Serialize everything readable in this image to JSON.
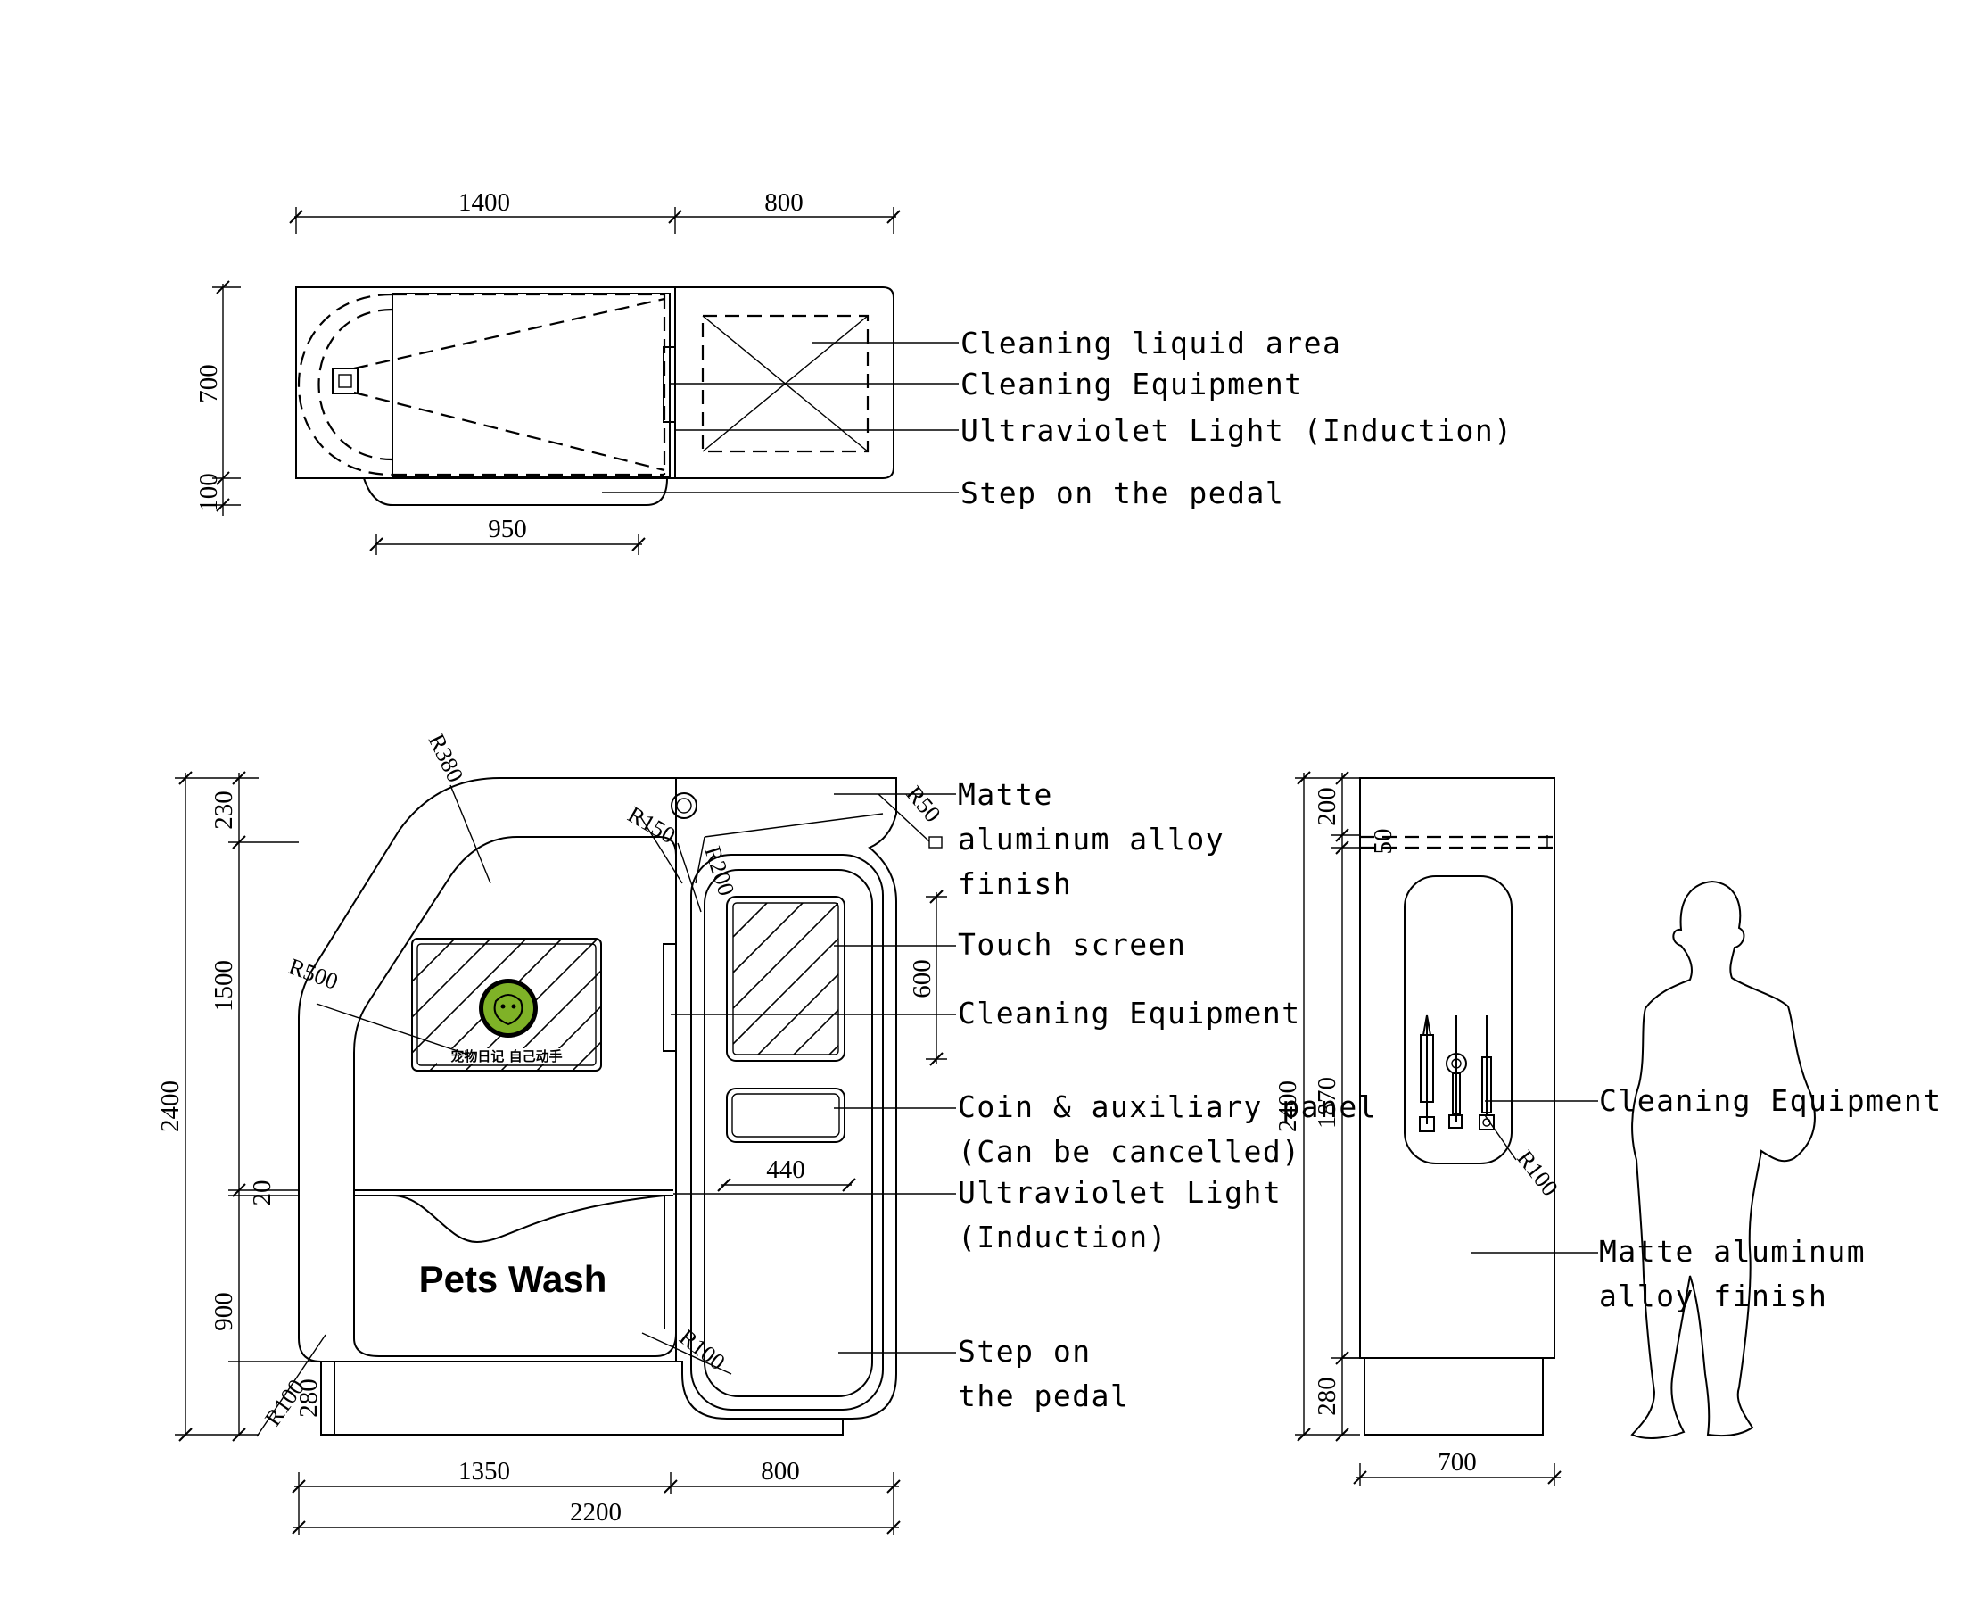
{
  "plan_view": {
    "dimensions": {
      "w1": "1400",
      "w2": "800",
      "h_main": "700",
      "h_step": "100",
      "pedal": "950"
    },
    "labels": {
      "liquid": "Cleaning liquid area",
      "equipment": "Cleaning Equipment",
      "uv": "Ultraviolet Light (Induction)",
      "pedal": "Step on the pedal"
    }
  },
  "front_view": {
    "brand": "Pets Wash",
    "logo_text": "宠物日记  自己动手",
    "dimensions": {
      "total_h": "2400",
      "h_top": "230",
      "h_mid": "1500",
      "h_gap": "20",
      "h_low": "900",
      "h_base": "280",
      "screen_h": "600",
      "panel_w": "440",
      "w1": "1350",
      "w2": "800",
      "total_w": "2200"
    },
    "radii": {
      "r380": "R380",
      "r150": "R150",
      "r200": "R200",
      "r50": "R50",
      "r500": "R500",
      "r100a": "R100",
      "r100b": "R100"
    },
    "labels": {
      "matte_1": "Matte",
      "matte_2": "aluminum alloy",
      "matte_3": "finish",
      "touch": "Touch screen",
      "equipment": "Cleaning Equipment",
      "coin_1": "Coin & auxiliary panel",
      "coin_2": "(Can be cancelled)",
      "uv_1": "Ultraviolet Light",
      "uv_2": "(Induction)",
      "pedal_1": "Step on",
      "pedal_2": "the pedal"
    }
  },
  "side_view": {
    "dimensions": {
      "total_h": "2400",
      "h_top": "200",
      "h_50": "50",
      "h_mid": "1870",
      "h_base": "280",
      "width": "700"
    },
    "radii": {
      "r100": "R100"
    },
    "labels": {
      "equipment": "Cleaning Equipment",
      "matte_1": "Matte aluminum",
      "matte_2": "alloy finish"
    }
  }
}
